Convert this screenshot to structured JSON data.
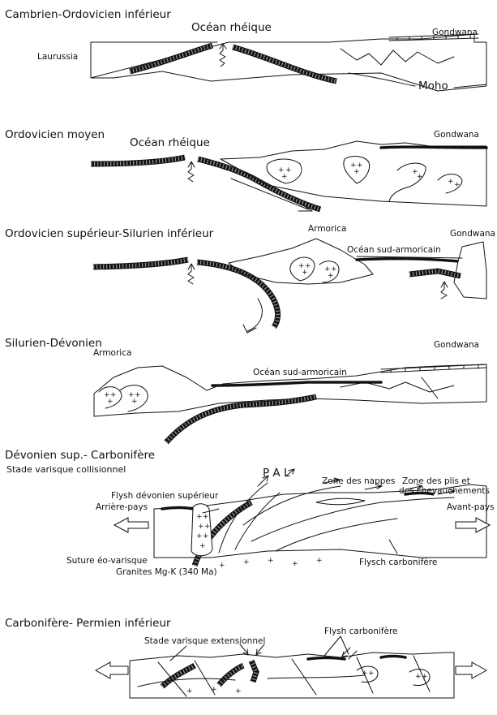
{
  "stages": [
    {
      "title": "Cambrien-Ordovicien inférieur",
      "labels": {
        "laurussia": "Laurussia",
        "ocean": "Océan rhéique",
        "gondwana": "Gondwana",
        "moho": "Moho"
      }
    },
    {
      "title": "Ordovicien moyen",
      "labels": {
        "ocean": "Océan rhéique",
        "gondwana": "Gondwana"
      }
    },
    {
      "title": "Ordovicien supérieur-Silurien inférieur",
      "labels": {
        "armorica": "Armorica",
        "ocean": "Océan sud-armoricain",
        "gondwana": "Gondwana"
      }
    },
    {
      "title": "Silurien-Dévonien",
      "labels": {
        "armorica": "Armorica",
        "ocean": "Océan sud-armoricain",
        "gondwana": "Gondwana"
      }
    },
    {
      "title": "Dévonien sup.- Carbonifère",
      "subtitle": "Stade varisque collisionnel",
      "labels": {
        "pal": "P A L",
        "nappes": "Zone des nappes",
        "plis_1": "Zone des plis et",
        "plis_2": "des chevauchements",
        "flysh_dev": "Flysh dévonien supérieur",
        "arriere": "Arrière-pays",
        "avant": "Avant-pays",
        "suture": "Suture éo-varisque",
        "granites": "Granites Mg-K (340 Ma)",
        "flysch_carb": "Flysch carbonifère"
      }
    },
    {
      "title": "Carbonifère- Permien inférieur",
      "labels": {
        "stade_ext": "Stade varisque extensionnel",
        "flysh_carb": "Flysh carbonifère"
      }
    }
  ]
}
